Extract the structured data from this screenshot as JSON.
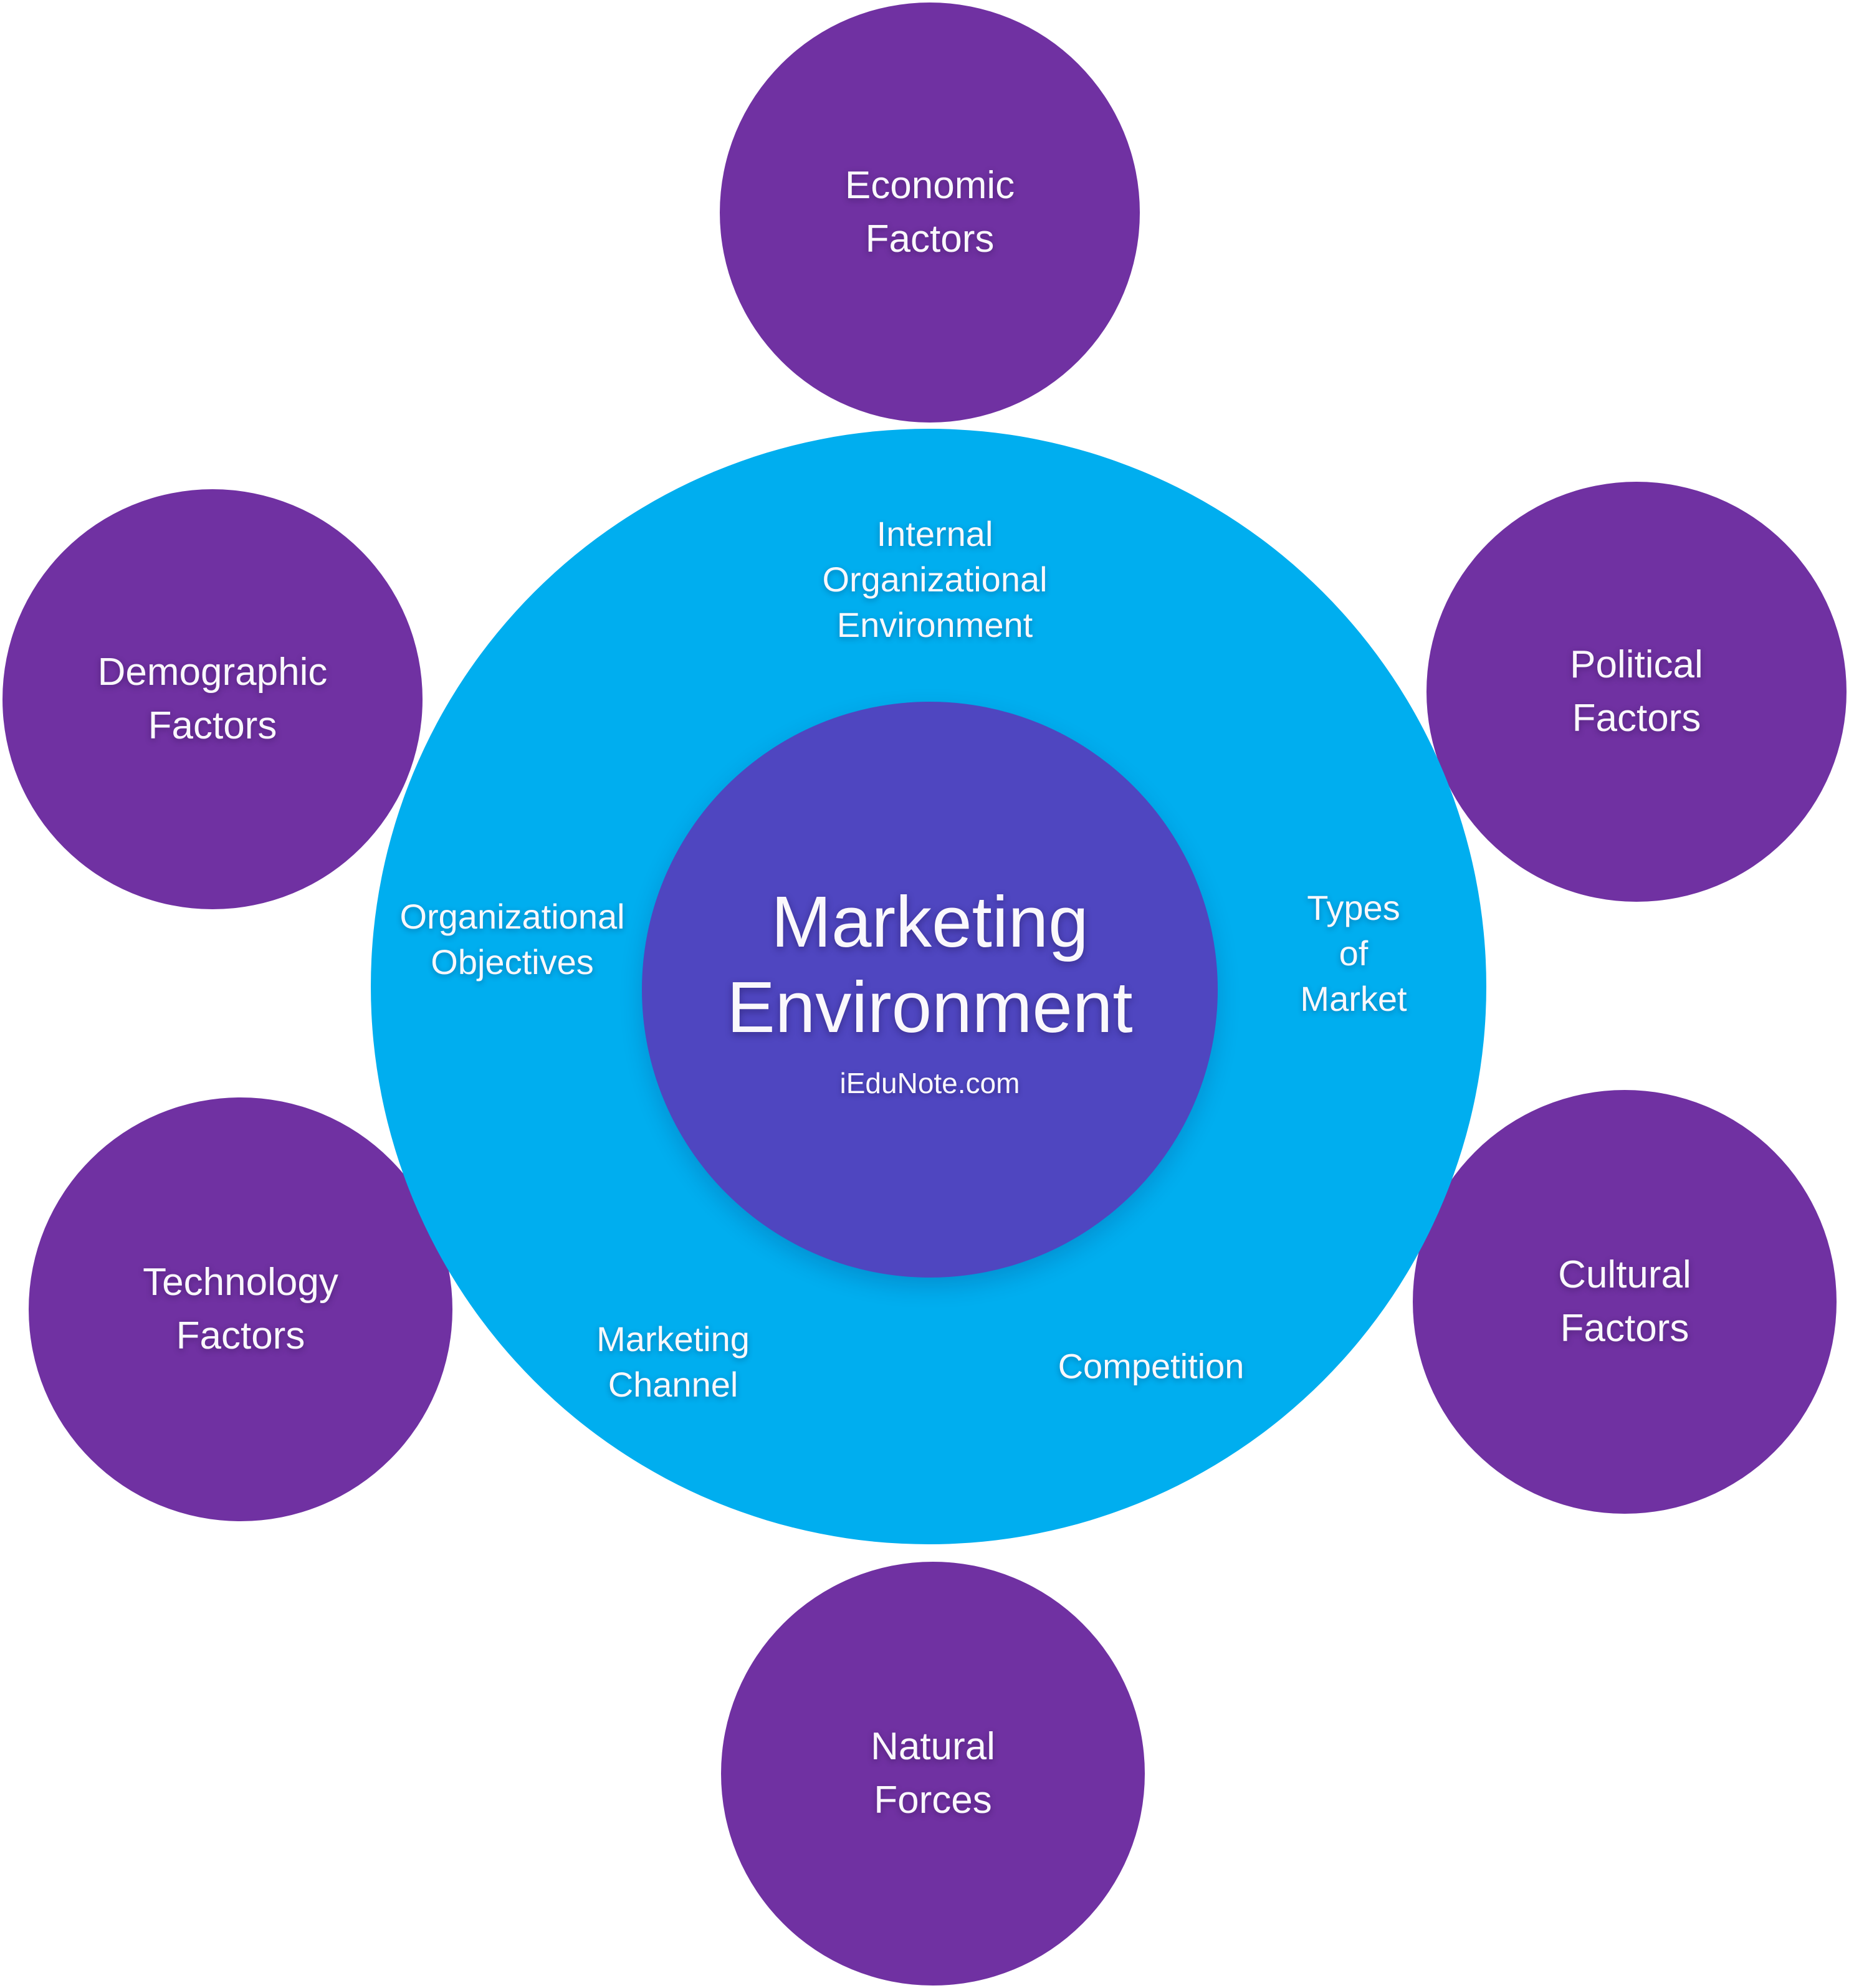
{
  "diagram_title": "Marketing Environment",
  "center": {
    "title": "Marketing\nEnvironment",
    "source": "iEduNote.com"
  },
  "ring": {
    "internal": {
      "label": "Internal\nOrganizational\nEnvironment"
    },
    "objectives": {
      "label": "Organizational\nObjectives"
    },
    "types_of_market": {
      "label": "Types\nof\nMarket"
    },
    "marketing_channel": {
      "label": "Marketing\nChannel"
    },
    "competition": {
      "label": "Competition"
    }
  },
  "satellites": {
    "economic": {
      "label": "Economic\nFactors"
    },
    "demographic": {
      "label": "Demographic\nFactors"
    },
    "political": {
      "label": "Political\nFactors"
    },
    "technology": {
      "label": "Technology\nFactors"
    },
    "cultural": {
      "label": "Cultural\nFactors"
    },
    "natural": {
      "label": "Natural\nForces"
    }
  },
  "colors": {
    "satellite_purple": "#7031A2",
    "ring_cyan": "#00AEEF",
    "core_indigo": "#4F46C0",
    "text": "#FAF8FC"
  }
}
